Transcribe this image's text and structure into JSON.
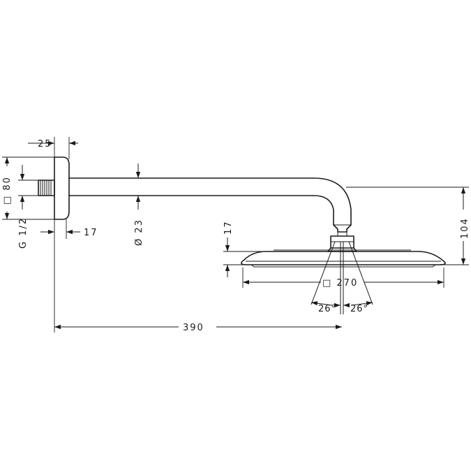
{
  "dimensions": {
    "flange_depth": "25",
    "flange_size": "□ 80",
    "thread": "G 1/2",
    "wall_offset": "17",
    "arm_diameter": "Ø 23",
    "head_height": "17",
    "total_height": "104",
    "head_size": "□ 270",
    "angle_left": "26°",
    "angle_right": "26°",
    "arm_length": "390"
  }
}
